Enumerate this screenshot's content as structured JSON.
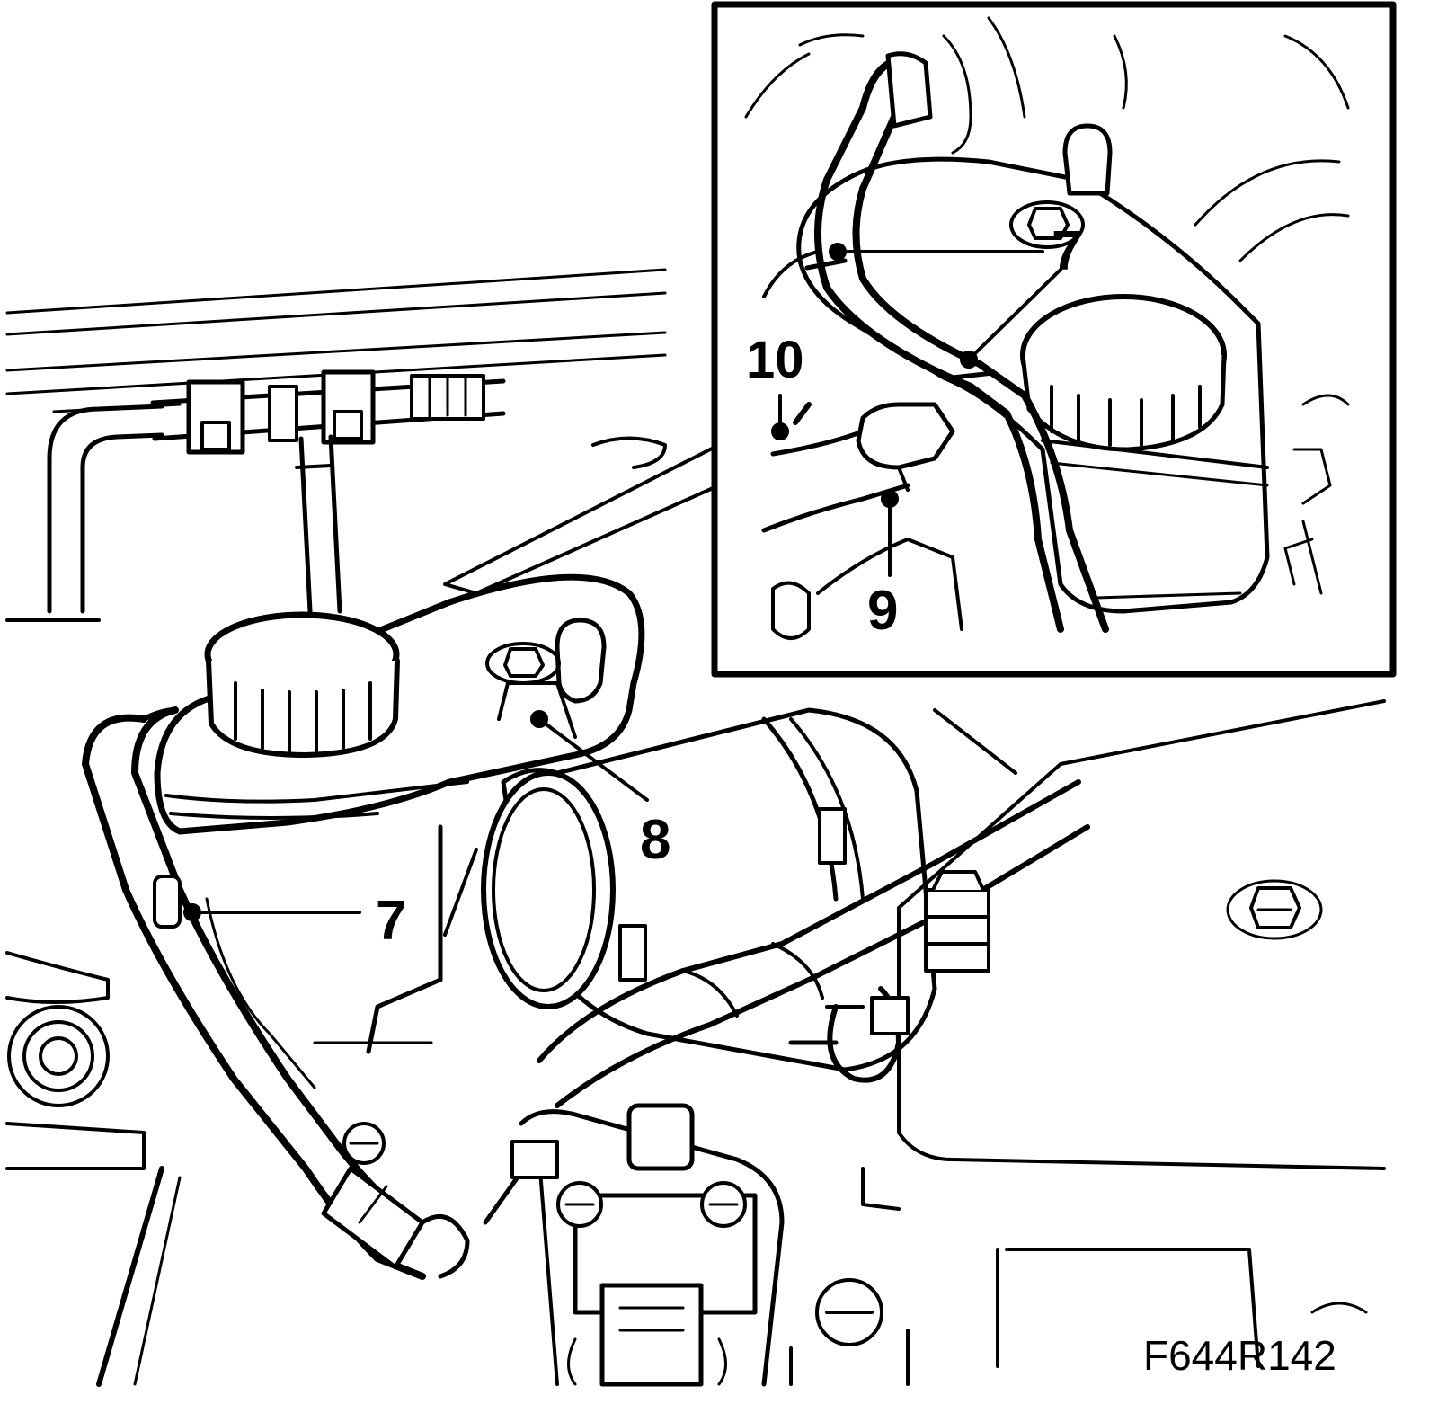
{
  "diagram": {
    "callouts": {
      "main_7": "7",
      "main_8": "8",
      "inset_7": "7",
      "inset_10": "10",
      "inset_9": "9"
    },
    "figure_ref": "F644R142"
  },
  "colors": {
    "ink": "#000000",
    "paper": "#ffffff"
  }
}
